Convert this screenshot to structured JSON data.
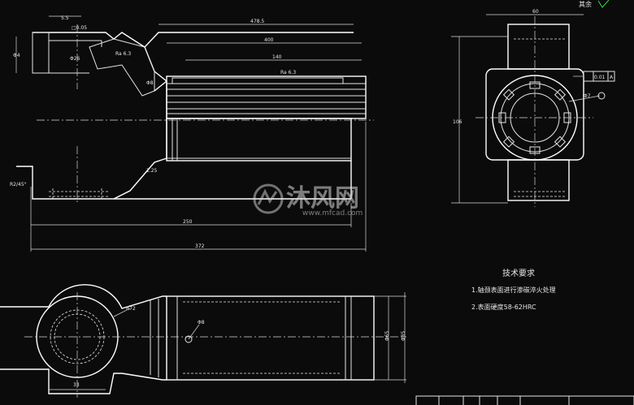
{
  "drawing": {
    "surface_roughness_note": "其余",
    "tech_requirements": {
      "title": "技术要求",
      "items": [
        "1.轴颈表面进行渗碳淬火处理",
        "2.表面硬度58-62HRC"
      ]
    },
    "front_view_dims": {
      "top_left": "5.5",
      "top_mid": "□0.05",
      "length_total_top": "478.5",
      "length_inner": "400",
      "length_spline": "140",
      "roughness_spline": "Ra 6.3",
      "roughness_bore": "Ra 6.3",
      "left_height": "Φ4",
      "small_dim": "1.25",
      "chamfer": "R2/45°",
      "bottom_inner": "250",
      "bottom_total": "372",
      "bore_dia": "Φ26",
      "left_side": "Φ8"
    },
    "side_view_dims": {
      "top_width": "60",
      "height": "106",
      "tolerance_frame": "0.01",
      "datum": "A",
      "diameter_small": "Φ7"
    },
    "bottom_view_dims": {
      "left_bottom": "33",
      "radius": "R72",
      "hole": "Φ8",
      "height1": "Φ65",
      "height2": "Φ85"
    },
    "watermark": {
      "brand": "沐风网",
      "url": "www.mfcad.com"
    }
  }
}
